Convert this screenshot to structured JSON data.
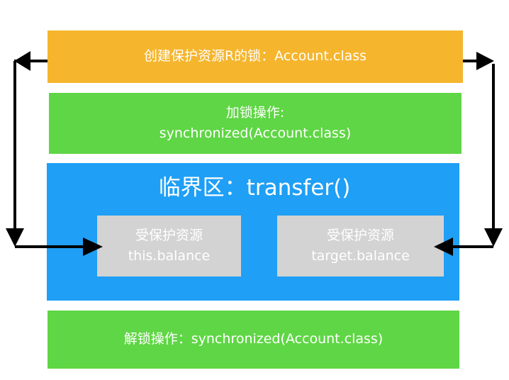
{
  "colors": {
    "lock": "#f5b52d",
    "acquire": "#5fd645",
    "critical": "#1f9ff5",
    "resource": "#d3d3d3",
    "release": "#5fd645",
    "arrow": "#000000"
  },
  "lock_box": {
    "text": "创建保护资源R的锁：Account.class"
  },
  "acquire_box": {
    "line1": "加锁操作:",
    "line2": "synchronized(Account.class)"
  },
  "critical_section": {
    "title": "临界区：transfer()",
    "resource_left": {
      "line1": "受保护资源",
      "line2": "this.balance"
    },
    "resource_right": {
      "line1": "受保护资源",
      "line2": "target.balance"
    }
  },
  "release_box": {
    "text": "解锁操作：synchronized(Account.class)"
  }
}
